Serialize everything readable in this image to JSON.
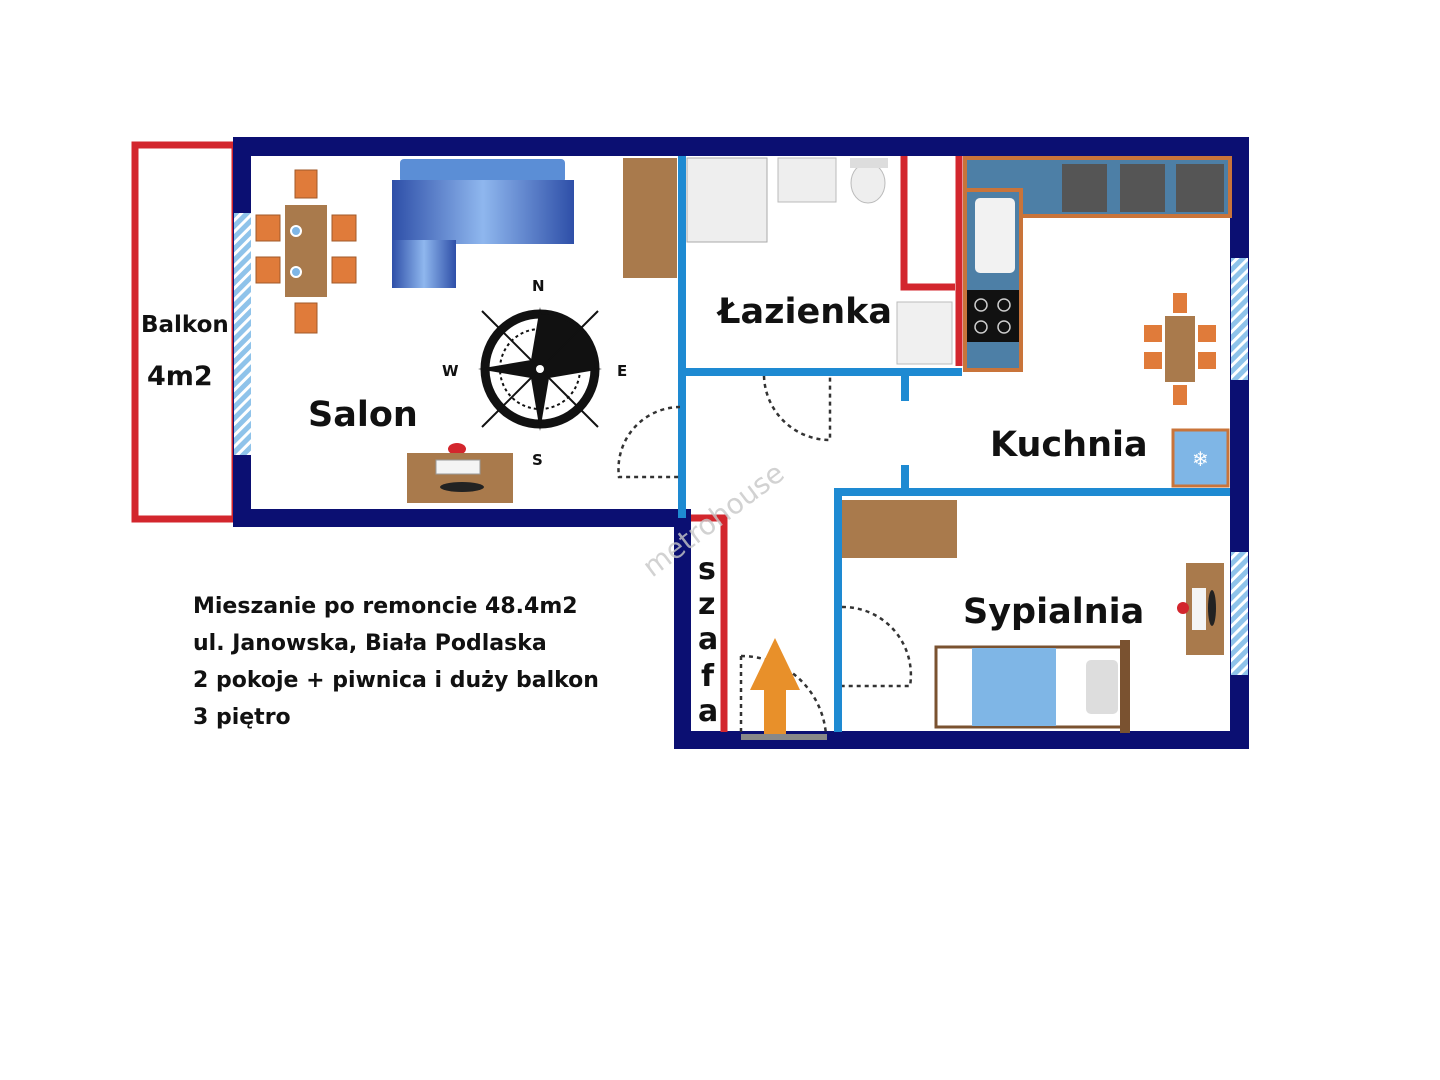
{
  "plan": {
    "rooms": {
      "balcony": "Balkon",
      "balcony_area": "4m2",
      "living_room": "Salon",
      "bathroom": "Łazienka",
      "kitchen": "Kuchnia",
      "bedroom": "Sypialnia",
      "wardrobe_letters": [
        "s",
        "z",
        "a",
        "f",
        "a"
      ]
    },
    "compass": {
      "n": "N",
      "e": "E",
      "s": "S",
      "w": "W"
    },
    "watermark": "metrohouse"
  },
  "info": {
    "lines": [
      "Mieszanie po remoncie 48.4m2",
      "ul. Janowska, Biała Podlaska",
      "2 pokoje + piwnica i duży balkon",
      "3 piętro"
    ]
  },
  "colors": {
    "outer_wall": "#0b0f72",
    "inner_wall": "#1e8ad2",
    "red_wall": "#d3262d",
    "furniture_wood": "#a97a4c",
    "chair": "#e07b3a",
    "sofa": "#5b8ed6"
  }
}
